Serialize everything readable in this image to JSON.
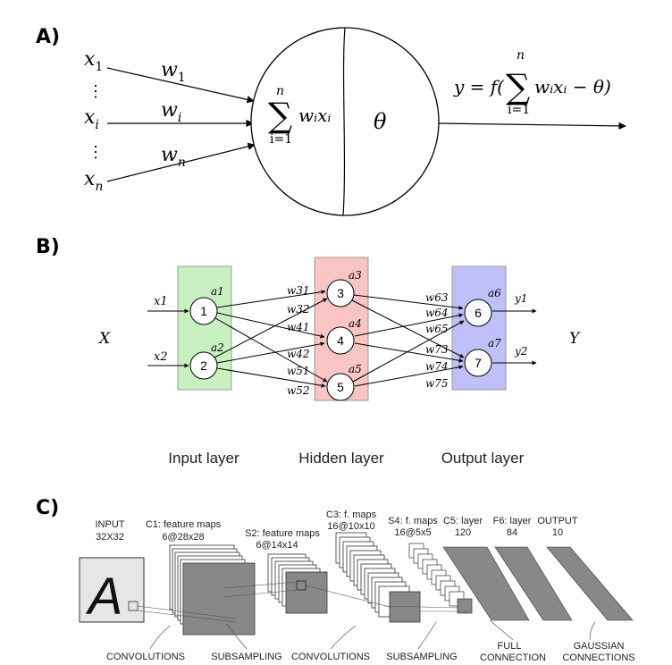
{
  "panels": {
    "a": {
      "letter": "A)",
      "inputs": [
        "x",
        "⋮",
        "x",
        "⋮",
        "x"
      ],
      "input_subs": [
        "1",
        "",
        "i",
        "",
        "n"
      ],
      "weights": [
        "w",
        "w",
        "w"
      ],
      "weight_subs": [
        "1",
        "i",
        "n"
      ],
      "sum_sigma": "∑",
      "sum_upper": "n",
      "sum_lower": "i=1",
      "sum_term": "wᵢxᵢ",
      "threshold": "θ",
      "output_lhs": "y = f(",
      "output_sigma": "∑",
      "output_upper": "n",
      "output_lower": "i=1",
      "output_term": "wᵢxᵢ − θ)"
    },
    "b": {
      "letter": "B)",
      "left_label": "X",
      "right_label": "Y",
      "layer_labels": [
        "Input layer",
        "Hidden layer",
        "Output layer"
      ],
      "node_labels": [
        "1",
        "2",
        "3",
        "4",
        "5",
        "6",
        "7"
      ],
      "activations": [
        "a1",
        "a2",
        "a3",
        "a4",
        "a5",
        "a6",
        "a7"
      ],
      "inputs": [
        "x1",
        "x2"
      ],
      "outputs": [
        "y1",
        "y2"
      ],
      "weights_ih": [
        "w31",
        "w32",
        "w41",
        "w42",
        "w51",
        "w52"
      ],
      "weights_ho": [
        "w63",
        "w64",
        "w65",
        "w73",
        "w74",
        "w75"
      ],
      "colors": {
        "input": "#c8f0c0",
        "hidden": "#f8c4c4",
        "output": "#c0c0f8"
      }
    },
    "c": {
      "letter": "C)",
      "stage_labels": [
        [
          "INPUT",
          "32X32"
        ],
        [
          "C1: feature maps",
          "6@28x28"
        ],
        [
          "S2: feature maps",
          "6@14x14"
        ],
        [
          "C3: f. maps",
          "16@10x10"
        ],
        [
          "S4: f. maps",
          "16@5x5"
        ],
        [
          "C5: layer",
          "120"
        ],
        [
          "F6: layer",
          "84"
        ],
        [
          "OUTPUT",
          "10"
        ]
      ],
      "op_labels": [
        "CONVOLUTIONS",
        "SUBSAMPLING",
        "CONVOLUTIONS",
        "SUBSAMPLING"
      ],
      "op_label_two_line": [
        [
          "FULL",
          "CONNECTION"
        ],
        [
          "GAUSSIAN",
          "CONNECTIONS"
        ]
      ],
      "input_glyph": "A"
    }
  }
}
